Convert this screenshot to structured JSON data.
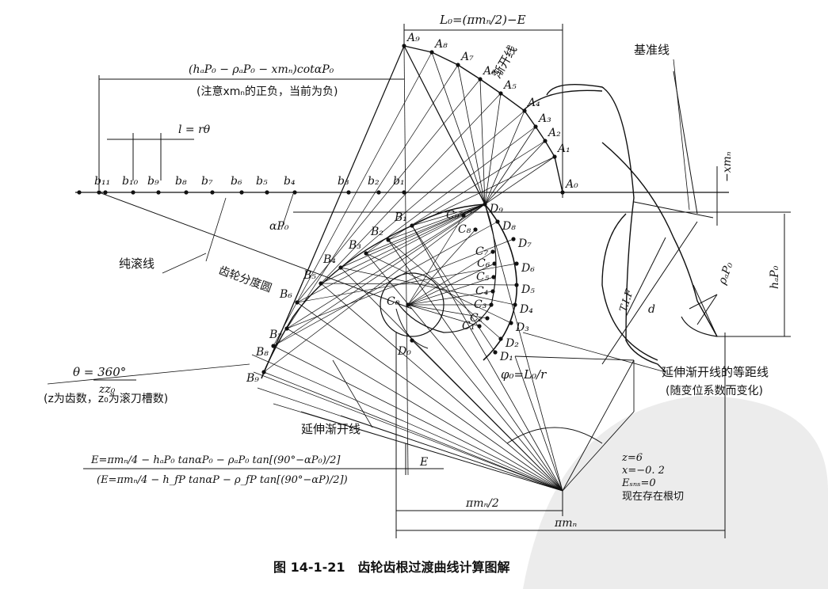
{
  "caption": "图 14-1-21　齿轮齿根过渡曲线计算图解",
  "labels": {
    "L0": "L₀=(πmₙ/2)−E",
    "involute": "渐开线",
    "datum_line": "基准线",
    "formula_top": "(hₐP₀ − ρₐP₀ − xmₙ)cotαP₀",
    "formula_top_note": "(注意xmₙ的正负，当前为负)",
    "l_eq": "l = rθ",
    "xmn": "−xmₙ",
    "hap0": "hₐP₀",
    "rho_ap0": "ρₐP₀",
    "alpha_p0": "αP₀",
    "pure_roll": "纯滚线",
    "pitch_circle": "齿轮分度圆",
    "tif": "T.I.F",
    "d": "d",
    "theta_eq": "θ = 360°",
    "theta_den": "zz₀",
    "theta_note": "(z为齿数，z₀为滚刀槽数)",
    "phi_eq": "φ₀=L₀/r",
    "ext_inv_eq": "延伸渐开线的等距线",
    "ext_inv_eq_note": "(随变位系数而变化)",
    "ext_inv": "延伸渐开线",
    "E_formula1": "E=πmₙ/4 − hₐP₀ tanαP₀ − ρₐP₀ tan[(90°−αP₀)/2]",
    "E_formula2": "(E=πmₙ/4 − h_fP tanαP − ρ_fP tan[(90°−αP)/2])",
    "E": "E",
    "pi_mn_half": "πmₙ/2",
    "pi_mn": "πmₙ",
    "params": [
      "z=6",
      "x=−0. 2",
      "Eₛₙₛ=0",
      "现在存在根切"
    ]
  },
  "points": {
    "A": [
      "A₀",
      "A₁",
      "A₂",
      "A₃",
      "A₄",
      "A₅",
      "A₆",
      "A₇",
      "A₈",
      "A₉"
    ],
    "b": [
      "b₁",
      "b₂",
      "b₃",
      "b₄",
      "b₅",
      "b₆",
      "b₇",
      "b₈",
      "b₉",
      "b₁₀",
      "b₁₁"
    ],
    "B": [
      "B₁",
      "B₂",
      "B₃",
      "B₄",
      "B₅",
      "B₆",
      "B₇",
      "B₈",
      "B₉"
    ],
    "C": [
      "C₀",
      "C₁",
      "C₂",
      "C₃",
      "C₄",
      "C₅",
      "C₆",
      "C₇",
      "C₈",
      "C₉"
    ],
    "D": [
      "D₀",
      "D₁",
      "D₂",
      "D₃",
      "D₄",
      "D₅",
      "D₆",
      "D₇",
      "D₈",
      "D₉"
    ]
  }
}
